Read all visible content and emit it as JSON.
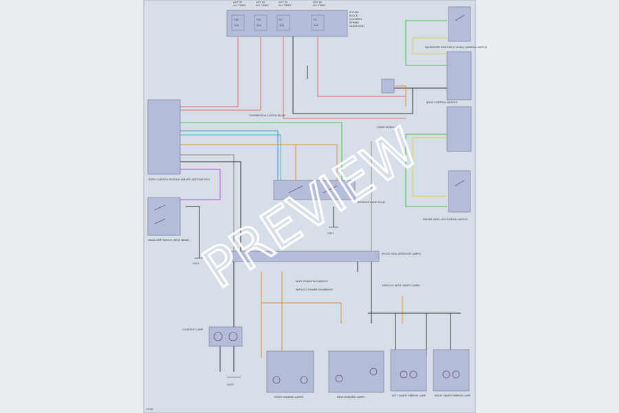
{
  "sheet": {
    "page_ref": "FP-B1"
  },
  "watermark": "PREVIEW",
  "fuse_box": {
    "label_lines": [
      "IP FUSE",
      "BLOCK",
      "(LOCATED",
      "BEHIND",
      "GLOVE BOX)"
    ],
    "fuses": [
      {
        "top": "HOT AT",
        "state": "ALL TIMES",
        "id": "F28",
        "rating": "10A"
      },
      {
        "top": "HOT AT",
        "state": "ALL TIMES",
        "id": "F32",
        "rating": "20A"
      },
      {
        "top": "HOT AT",
        "state": "ALL TIMES",
        "id": "F2",
        "rating": "10A"
      },
      {
        "top": "HOT AT",
        "state": "ALL TIMES",
        "id": "F9",
        "rating": "15A"
      }
    ]
  },
  "components": {
    "sw_top_right": "PASSENGER SIDE LATCH (REAR) WINDOW SWITCH",
    "controller_right": "BODY CONTROL MODULE",
    "sw_bottom_right": "DRIVER SIDE LATCH (REAR) SWITCH",
    "left_module": "BODY CONTROL MODULE (SMART JUNCTION BOX)",
    "headlamp_switch": "HEADLAMP SWITCH (REAR BEAM)",
    "relay_box": "INTERIOR LAMP RELAY",
    "splice_bar": "SPLICE PACK (INTERIOR LAMPS)",
    "lamp_left_pair": "COURTESY LAMP",
    "lamp_front_reading": "FRONT READING LAMPS",
    "lamp_rear_reading": "REAR READING LAMPS",
    "lamp_left_vanity": "LEFT VANITY MIRROR LAMP",
    "lamp_right_vanity": "RIGHT VANITY MIRROR LAMP",
    "ground_left": "G201",
    "ground_mid": "G202",
    "ground_relay": "G301"
  },
  "notes": {
    "compressor_note": "COMPRESSOR CLUTCH RELAY",
    "chime_note": "CHIME MODULE",
    "legend_1": "WITH POWER MOONROOF",
    "legend_2": "WITHOUT POWER MOONROOF",
    "vanity_note": "VEHICLES WITH VANITY LAMPS"
  },
  "colors": {
    "box_fill": "#b5bcd9",
    "wire_red": "#e06a6a",
    "wire_green": "#4cbf4c",
    "wire_blue": "#4c8fd6",
    "wire_cyan": "#3cbcc9",
    "wire_orange": "#d9902e",
    "wire_yellow": "#e3d23a",
    "wire_magenta": "#d43fd8",
    "wire_black": "#333333",
    "wire_gray": "#8a8a8a"
  }
}
